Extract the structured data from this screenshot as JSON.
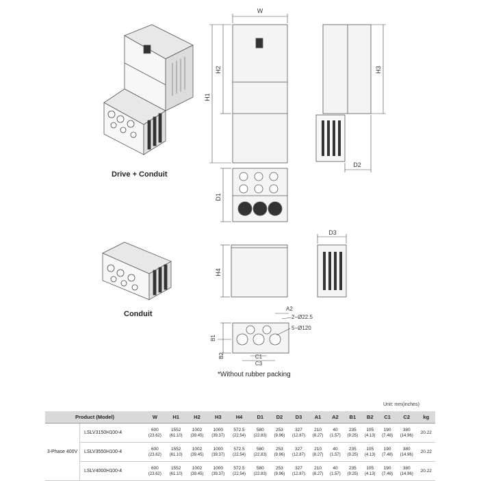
{
  "captions": {
    "drive_conduit": "Drive + Conduit",
    "conduit": "Conduit",
    "note": "*Without rubber packing",
    "unit": "Unit: mm(inches)"
  },
  "dim_labels": {
    "W": "W",
    "H1": "H1",
    "H2": "H2",
    "H3": "H3",
    "H4": "H4",
    "D1": "D1",
    "D2": "D2",
    "D3": "D3",
    "A2": "A2",
    "B1": "B1",
    "B2": "B2",
    "C1": "C1",
    "C3": "C3",
    "hole_small": "2−Ø22.5",
    "hole_large": "5−Ø120"
  },
  "table": {
    "headers": [
      "Product (Model)",
      "W",
      "H1",
      "H2",
      "H3",
      "H4",
      "D1",
      "D2",
      "D3",
      "A1",
      "A2",
      "B1",
      "B2",
      "C1",
      "C2",
      "kg"
    ],
    "group": "3-Phase 400V",
    "rows": [
      {
        "model": "LSLV3150H100-4",
        "vals": [
          [
            "600",
            "(23.62)"
          ],
          [
            "1552",
            "(61.10)"
          ],
          [
            "1002",
            "(39.45)"
          ],
          [
            "1000",
            "(39.37)"
          ],
          [
            "572.5",
            "(22.54)"
          ],
          [
            "580",
            "(22.83)"
          ],
          [
            "253",
            "(9.96)"
          ],
          [
            "327",
            "(12.87)"
          ],
          [
            "210",
            "(8.27)"
          ],
          [
            "40",
            "(1.57)"
          ],
          [
            "235",
            "(9.25)"
          ],
          [
            "105",
            "(4.13)"
          ],
          [
            "190",
            "(7.48)"
          ],
          [
            "380",
            "(14.96)"
          ],
          [
            "20.22",
            ""
          ]
        ]
      },
      {
        "model": "LSLV3550H100-4",
        "vals": [
          [
            "600",
            "(23.62)"
          ],
          [
            "1552",
            "(61.10)"
          ],
          [
            "1002",
            "(39.45)"
          ],
          [
            "1000",
            "(39.37)"
          ],
          [
            "572.5",
            "(22.54)"
          ],
          [
            "580",
            "(22.83)"
          ],
          [
            "253",
            "(9.96)"
          ],
          [
            "327",
            "(12.87)"
          ],
          [
            "210",
            "(8.27)"
          ],
          [
            "40",
            "(1.57)"
          ],
          [
            "235",
            "(9.25)"
          ],
          [
            "105",
            "(4.13)"
          ],
          [
            "190",
            "(7.48)"
          ],
          [
            "380",
            "(14.96)"
          ],
          [
            "20.22",
            ""
          ]
        ]
      },
      {
        "model": "LSLV4000H100-4",
        "vals": [
          [
            "600",
            "(23.62)"
          ],
          [
            "1552",
            "(61.10)"
          ],
          [
            "1002",
            "(39.45)"
          ],
          [
            "1000",
            "(39.37)"
          ],
          [
            "572.5",
            "(22.54)"
          ],
          [
            "580",
            "(22.83)"
          ],
          [
            "253",
            "(9.96)"
          ],
          [
            "327",
            "(12.87)"
          ],
          [
            "210",
            "(8.27)"
          ],
          [
            "40",
            "(1.57)"
          ],
          [
            "235",
            "(9.25)"
          ],
          [
            "105",
            "(4.13)"
          ],
          [
            "190",
            "(7.48)"
          ],
          [
            "380",
            "(14.96)"
          ],
          [
            "20.22",
            ""
          ]
        ]
      }
    ]
  }
}
